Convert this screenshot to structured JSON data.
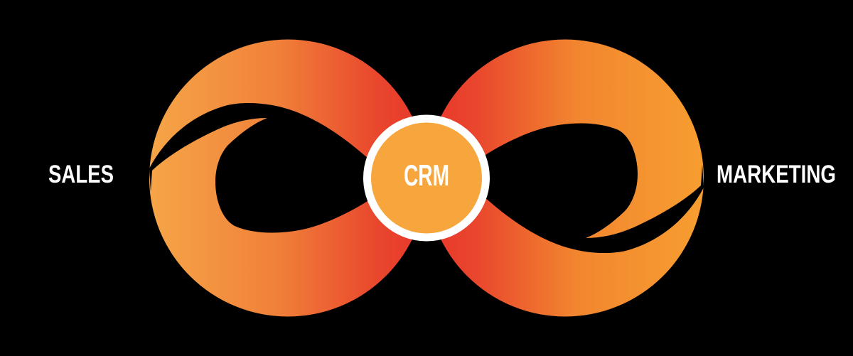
{
  "diagram": {
    "left_label": "SALES",
    "center_label": "CRM",
    "right_label": "MARKETING"
  },
  "colors": {
    "background": "#000000",
    "text": "#FFFFFF",
    "ring": "#FFFFFF",
    "center_fill": "#F7A63E",
    "left_gradient": {
      "start": "#F6A648",
      "mid": "#F08139",
      "late": "#E9472D",
      "end": "#E6332B"
    },
    "right_gradient": {
      "start": "#F79E30",
      "mid": "#F2862F",
      "late": "#E9462D",
      "end": "#E6332B"
    }
  }
}
